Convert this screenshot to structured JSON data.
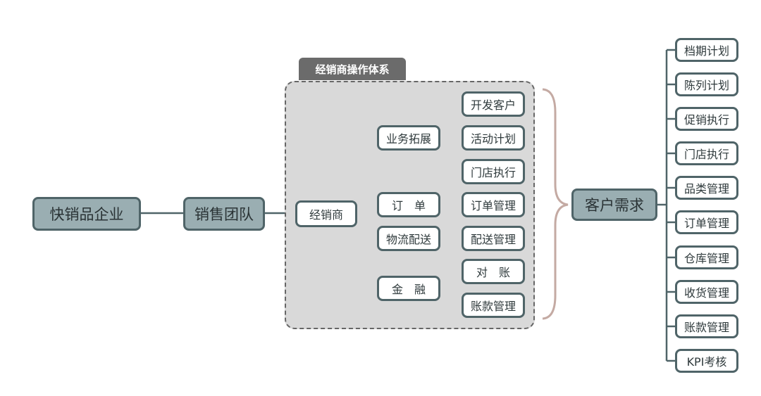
{
  "diagram": {
    "root": "快销品企业",
    "team": "销售团队",
    "group_title": "经销商操作体系",
    "dealer": "经销商",
    "branches": [
      {
        "label": "业务拓展",
        "children": [
          "开发客户",
          "活动计划",
          "门店执行"
        ]
      },
      {
        "label": "订　单",
        "children": [
          "订单管理"
        ]
      },
      {
        "label": "物流配送",
        "children": [
          "配送管理"
        ]
      },
      {
        "label": "金　融",
        "children": [
          "对　账",
          "账款管理"
        ]
      }
    ],
    "customer": "客户需求",
    "needs": [
      "档期计划",
      "陈列计划",
      "促销执行",
      "门店执行",
      "品类管理",
      "订单管理",
      "仓库管理",
      "收货管理",
      "账款管理",
      "KPI考核"
    ]
  },
  "colors": {
    "node_fill": "#9aaeb2",
    "node_stroke": "#4f6468",
    "group_fill": "#d9d9d9",
    "brace": "#c4aaa3"
  }
}
